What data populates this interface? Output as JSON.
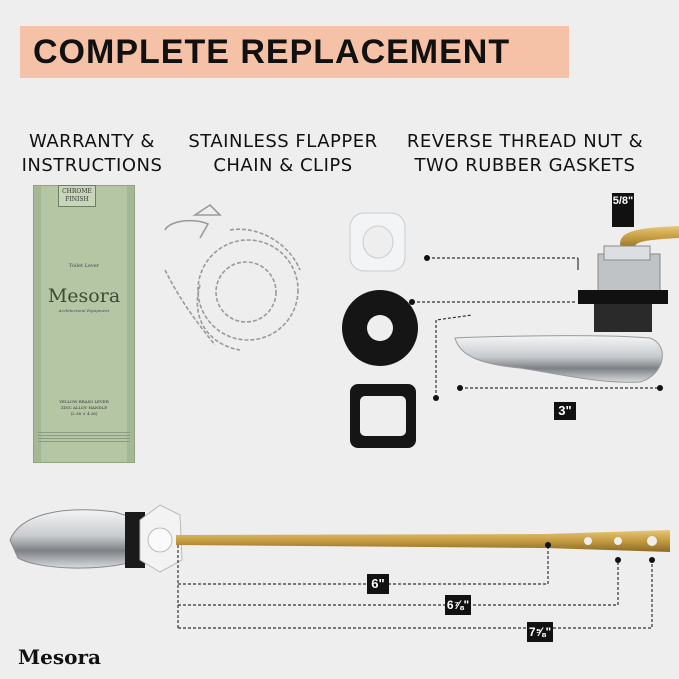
{
  "banner": {
    "title": "COMPLETE REPLACEMENT",
    "color": "#f5c2a7"
  },
  "sections": [
    {
      "line1": "WARRANTY &",
      "line2": "INSTRUCTIONS"
    },
    {
      "line1": "STAINLESS FLAPPER",
      "line2": "CHAIN & CLIPS"
    },
    {
      "line1": "REVERSE THREAD NUT &",
      "line2": "TWO RUBBER GASKETS"
    }
  ],
  "package": {
    "finish": "CHROME FINISH",
    "subtitle": "Toilet Lever",
    "brand": "Mesora",
    "tagline": "Architectural Equipment",
    "spec1": "YELLOW BRASS LEVER",
    "spec2": "ZINC ALLOY HANDLE",
    "spec3": "(2.36 × 4.26)",
    "color": "#a5b896"
  },
  "dimensions": {
    "nut": "5/8\"",
    "handle": "3\"",
    "arm_hole_1": "6\"",
    "arm_hole_2": "6⅞\"",
    "arm_hole_3": "7⅝\""
  },
  "footer": {
    "brand": "Mesora"
  },
  "colors": {
    "background": "#eeeeee",
    "brass": "#c9a24a",
    "chrome": "#b9bcc0",
    "label_bg": "#111111"
  }
}
